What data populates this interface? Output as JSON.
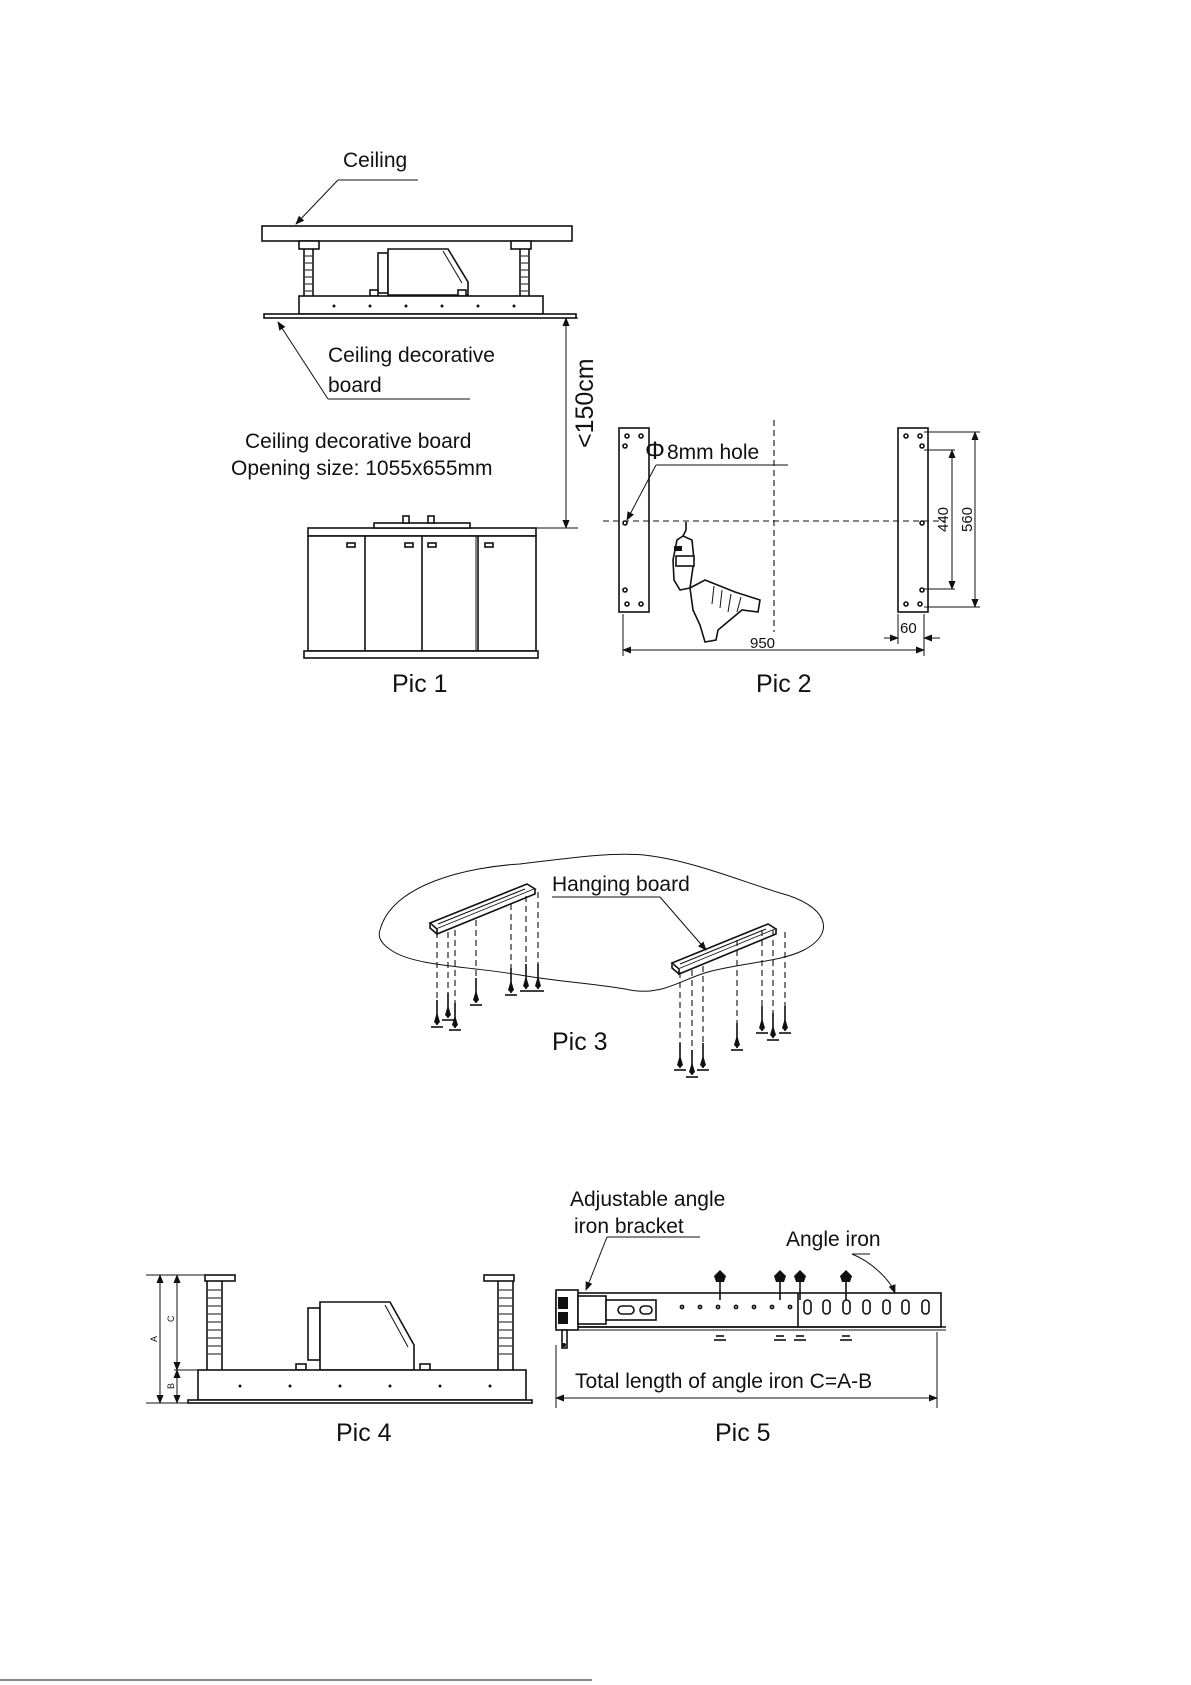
{
  "pic1": {
    "ceiling_label": "Ceiling",
    "decorative_board_line1": "Ceiling decorative",
    "decorative_board_line2": "board",
    "opening_line1": "Ceiling decorative board",
    "opening_line2": "Opening size: 1055x655mm",
    "height_dim": "<150cm",
    "caption": "Pic 1"
  },
  "pic2": {
    "hole_label": "8mm hole",
    "diameter_symbol": "Φ",
    "dim_width": "950",
    "dim_offset": "60",
    "dim_inner": "440",
    "dim_outer": "560",
    "caption": "Pic 2"
  },
  "pic3": {
    "hanging_board_label": "Hanging board",
    "caption": "Pic 3"
  },
  "pic4": {
    "label_a": "A",
    "label_b": "B",
    "label_c": "C",
    "caption": "Pic 4"
  },
  "pic5": {
    "bracket_line1": "Adjustable angle",
    "bracket_line2": "iron bracket",
    "angle_iron_label": "Angle iron",
    "total_length_label": "Total length of angle iron C=A-B",
    "caption": "Pic 5"
  }
}
